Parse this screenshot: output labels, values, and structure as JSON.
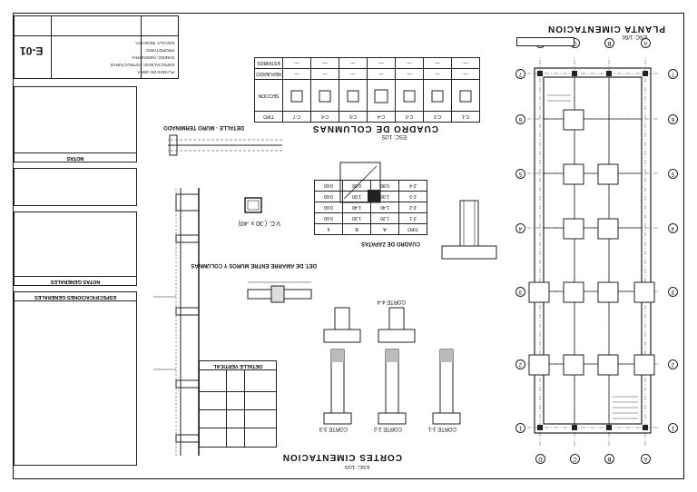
{
  "title_block": {
    "sheet_number": "E-01",
    "lines": [
      "PLANOS DE OBRA",
      "ESPECIALIDAD: ESTRUCTURAS",
      "DISEÑO: INGENIERIA",
      "PROPIETARIO",
      "ESCALA: INDICADA"
    ]
  },
  "titles": {
    "foundation_plan": "PLANTA CIMENTACION",
    "foundation_plan_scale": "ESC: 1/50",
    "column_schedule": "CUADRO DE COLUMNAS",
    "column_schedule_scale": "ESC: 1/25",
    "foundation_sections": "CORTES CIMENTACION",
    "foundation_sections_scale": "ESC: 1/25",
    "general_specs": "ESPECIFICACIONES GENERALES",
    "notes": "NOTAS GENERALES",
    "wall_detail": "DETALLE - MURO TERMINADO",
    "footing_table": "CUADRO DE ZAPATAS",
    "wall_column_detail": "DET. DE AMARRE ENTRE MUROS Y COLUMNAS",
    "beam": "V.C. (.30 x .40)",
    "vertical_detail": "DETALLE VERTICAL"
  },
  "columns": {
    "labels": [
      "C-1",
      "C-2",
      "C-3",
      "C-4",
      "C-5",
      "C-6",
      "C-7"
    ],
    "row_headers": [
      "TIPO",
      "SECCION",
      "REFUERZO",
      "ESTRIBOS"
    ]
  },
  "grid": {
    "letters": [
      "A",
      "B",
      "C",
      "D"
    ],
    "numbers": [
      "1",
      "2",
      "3",
      "4",
      "5",
      "6",
      "7"
    ]
  },
  "footings": {
    "headers": [
      "TIPO",
      "A",
      "B",
      "h"
    ],
    "rows": [
      [
        "Z-1",
        "1.20",
        "1.20",
        "0.60"
      ],
      [
        "Z-2",
        "1.40",
        "1.40",
        "0.60"
      ],
      [
        "Z-3",
        "1.00",
        "1.00",
        "0.60"
      ],
      [
        "Z-4",
        "0.80",
        "0.80",
        "0.60"
      ]
    ]
  },
  "sections": [
    "CORTE 1-1",
    "CORTE 2-2",
    "CORTE 3-3",
    "CORTE 4-4"
  ]
}
